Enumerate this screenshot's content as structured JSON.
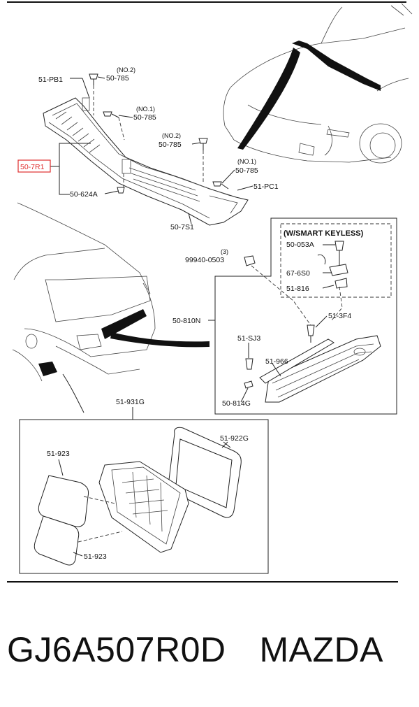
{
  "labels": {
    "pb1": "51-PB1",
    "no2_a": "(NO.2)",
    "p785_a": "50-785",
    "no1_a": "(NO.1)",
    "p785_b": "50-785",
    "no2_b": "(NO.2)",
    "p785_c": "50-785",
    "no1_b": "(NO.1)",
    "p785_d": "50-785",
    "p7r1": "50-7R1",
    "p624a": "50-624A",
    "pc1": "51-PC1",
    "p7s1": "50-7S1",
    "qty3": "(3)",
    "p99940": "99940-0503",
    "p810n": "50-810N",
    "smart_keyless": "(W/SMART KEYLESS)",
    "p053a": "50-053A",
    "p676s0": "67-6S0",
    "p816": "51-816",
    "p3f4": "51-3F4",
    "psj3": "51-SJ3",
    "p966": "51-966",
    "p814g": "50-814G",
    "p931g": "51-931G",
    "p922g": "51-922G",
    "p923_a": "51-923",
    "p923_b": "51-923"
  },
  "highlight_color": "#e03030",
  "caption": {
    "part_number": "GJ6A507R0D",
    "brand": "MAZDA"
  }
}
